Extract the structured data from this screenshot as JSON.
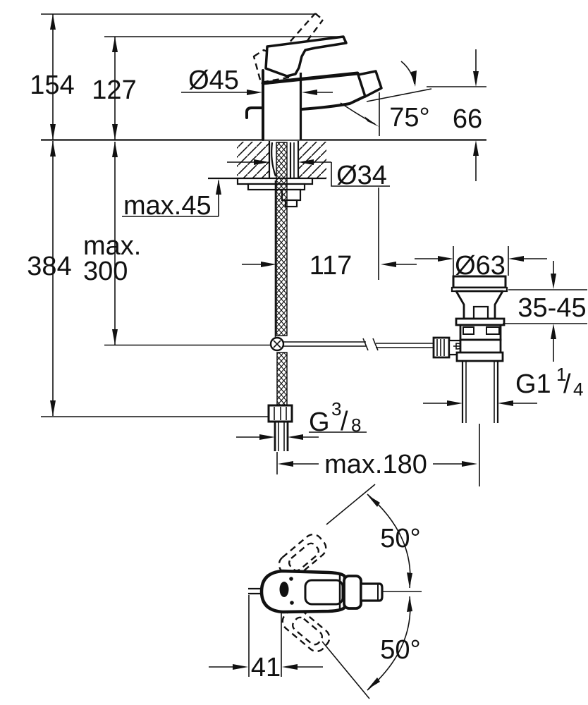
{
  "colors": {
    "ink": "#111111",
    "background": "#ffffff"
  },
  "side_view": {
    "dim_154": "154",
    "dim_127": "127",
    "dia_body": "Ø45",
    "spout_angle": "75°",
    "dim_66": "66",
    "dia_hole": "Ø34",
    "max_mount": "max.45",
    "max_rod_line1": "max.",
    "max_rod_line2": "300",
    "dim_384": "384",
    "dim_117": "117",
    "dia_drain": "Ø63",
    "clamp_range": "35-45",
    "max_reach": "max.180",
    "drain_thread": {
      "base": "G1",
      "sup": "1",
      "slash": "/",
      "sub": "4"
    },
    "supply_thread": {
      "base": "G",
      "sup": "3",
      "slash": "/",
      "sub": "8"
    }
  },
  "top_view": {
    "swivel_upper": "50°",
    "swivel_lower": "50°",
    "dim_41": "41"
  }
}
